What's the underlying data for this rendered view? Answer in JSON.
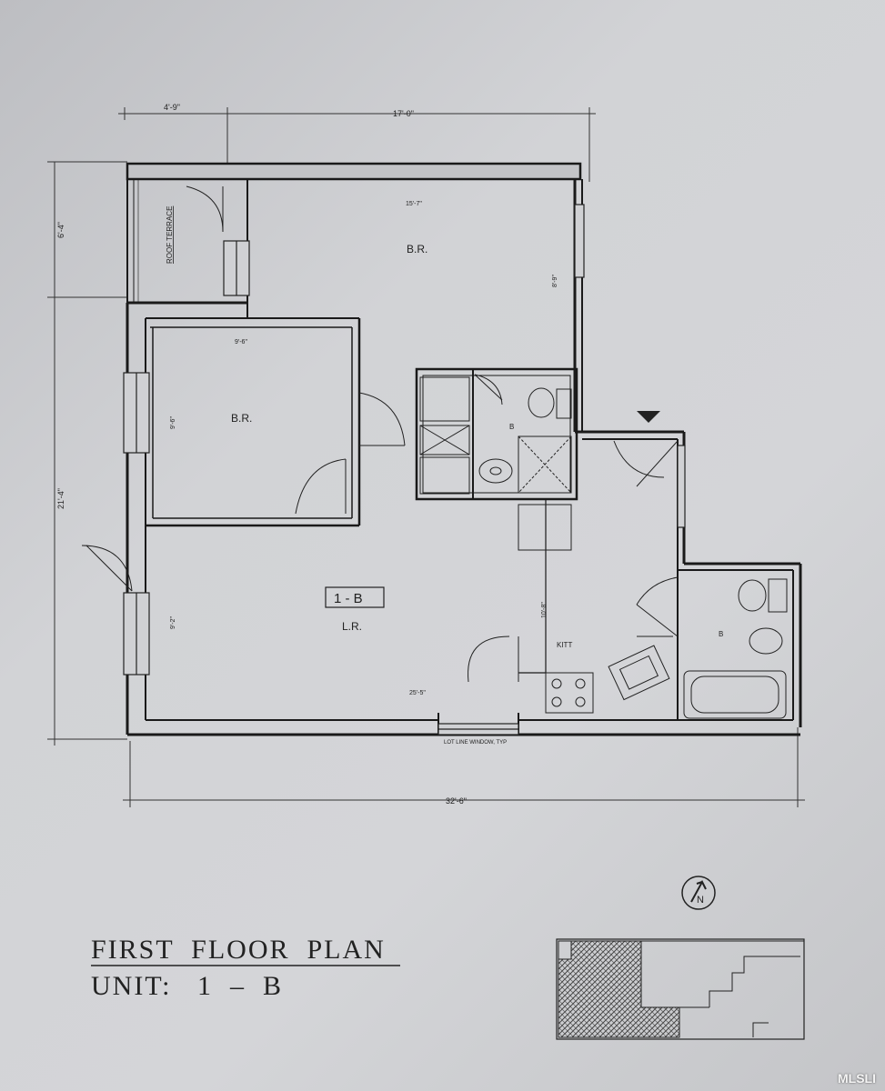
{
  "dimensions": {
    "top_left": "4'-9\"",
    "top_main": "17'-0\"",
    "left_upper": "6'-4\"",
    "left_total": "21'-4\"",
    "bottom_total": "32'-6\"",
    "br1_width": "15'-7\"",
    "br1_height": "8'-9\"",
    "br2_width": "9'-6\"",
    "br2_height": "9'-6\"",
    "lr_height": "9'-2\"",
    "lr_width": "25'-5\"",
    "kit_height": "10'-8\""
  },
  "rooms": {
    "roof_terrace": "ROOF TERRACE",
    "br_upper": "B.R.",
    "br_left": "B.R.",
    "bath_1": "B",
    "bath_2": "B",
    "kitchen": "KITT",
    "living": "L.R.",
    "unit_box": "1 - B"
  },
  "notes": {
    "lot_line_window": "LOT LINE WINDOW, TYP"
  },
  "title": {
    "line1": "FIRST  FLOOR  PLAN",
    "line2": "UNIT:   1  –  B"
  },
  "watermark": "MLSLI"
}
